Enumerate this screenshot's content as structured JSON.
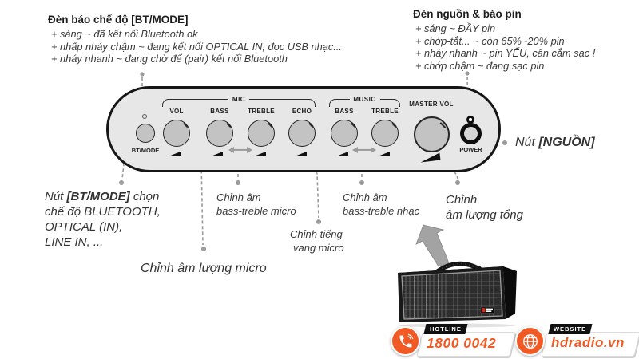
{
  "annotations": {
    "mode_led": {
      "title": "Đèn báo chế độ [BT/MODE]",
      "lines": [
        "+ sáng ~ đã kết nối Bluetooth ok",
        "+ nhấp nháy chậm ~ đang kết nối OPTICAL IN, đọc USB nhạc...",
        "+ nháy nhanh ~ đang chờ để (pair) kết nối Bluetooth"
      ]
    },
    "power_led": {
      "title": "Đèn nguồn & báo pin",
      "lines": [
        "+ sáng ~ ĐẦY pin",
        "+ chớp-tắt... ~ còn 65%~20% pin",
        "+ nháy nhanh ~ pin YẾU, cần cắm sạc !",
        "+ chớp chậm ~ đang sạc pin"
      ]
    },
    "bt_mode": {
      "pre": "Nút ",
      "bold": "[BT/MODE]",
      "post": " chọn",
      "lines": [
        "chế độ BLUETOOTH,",
        "OPTICAL (IN),",
        "LINE IN, ..."
      ]
    },
    "mic_volume": "Chỉnh âm lượng micro",
    "mic_tone": [
      "Chỉnh âm",
      "bass-treble micro"
    ],
    "mic_echo": [
      "Chỉnh tiếng",
      "vang micro"
    ],
    "music_tone": [
      "Chỉnh âm",
      "bass-treble nhạc"
    ],
    "master_volume": [
      "Chỉnh",
      "âm lượng tổng"
    ],
    "power": {
      "pre": "Nút ",
      "bold": "[NGUỒN]"
    }
  },
  "panel": {
    "bt_mode_label": "BT/MODE",
    "mic_group": "MIC",
    "music_group": "MUSIC",
    "master_vol_label": "MASTER VOL",
    "power_label": "POWER",
    "mic_knobs": [
      "VOL",
      "BASS",
      "TREBLE",
      "ECHO"
    ],
    "music_knobs": [
      "BASS",
      "TREBLE"
    ]
  },
  "footer": {
    "hotline_label": "HOTLINE",
    "hotline_value": "1800 0042",
    "website_label": "WEBSITE",
    "website_value": "hdradio.vn"
  },
  "colors": {
    "accent_orange": "#f15a24",
    "panel_fill": "#e7e7e7",
    "knob_fill": "#c3c3c3",
    "leader_gray": "#9a9a9a"
  }
}
